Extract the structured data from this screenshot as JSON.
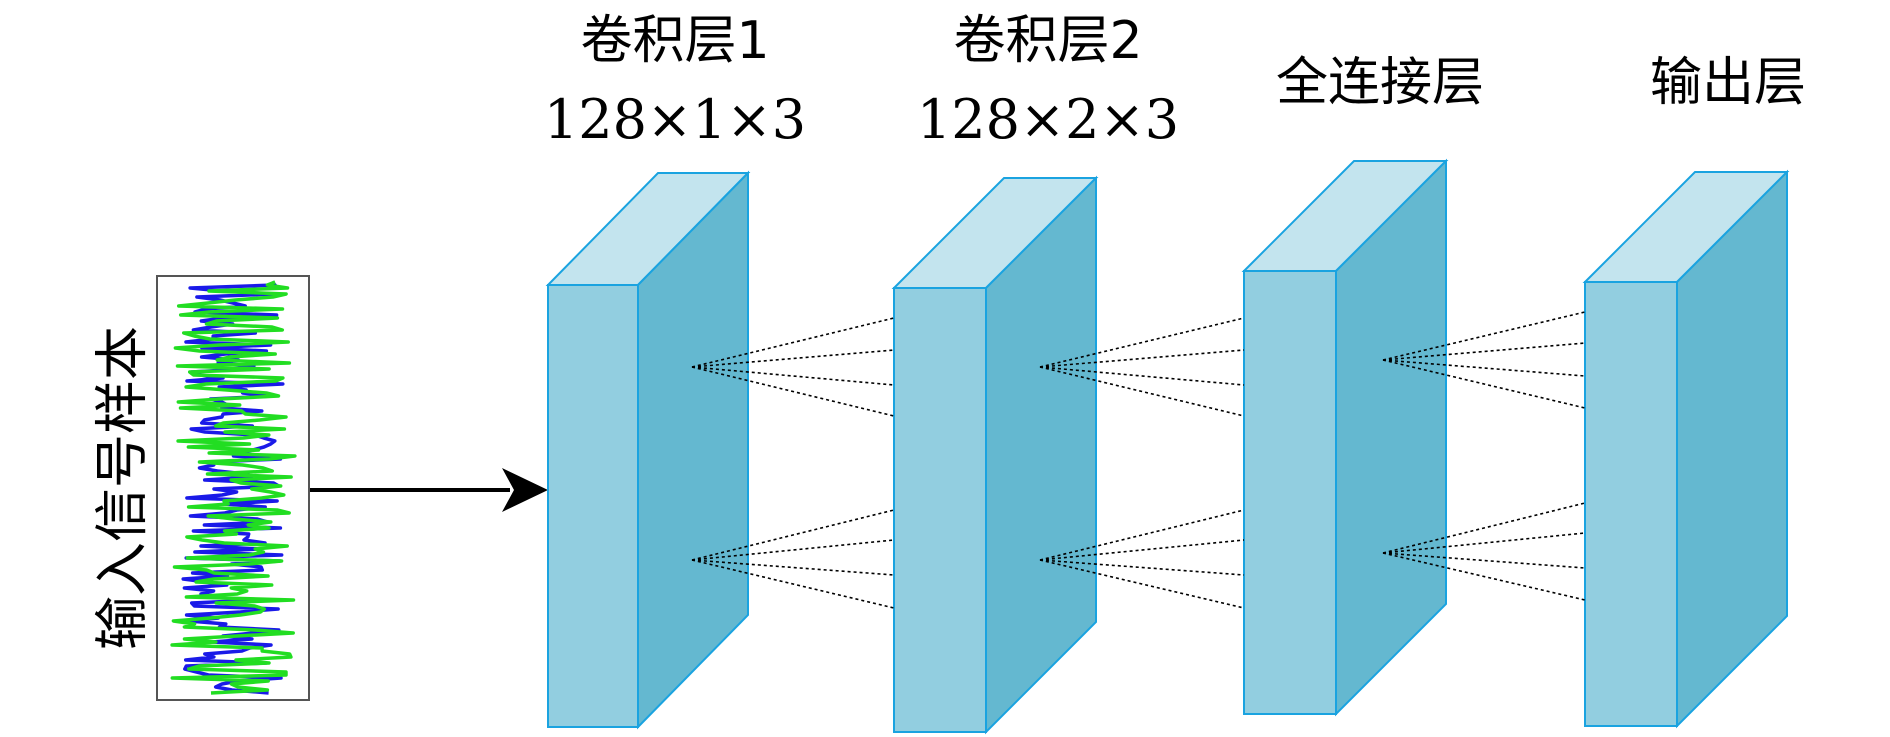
{
  "input": {
    "label": "输入信号样本"
  },
  "layers": [
    {
      "id": "conv1",
      "title": "卷积层1",
      "subtitle": "128×1×3"
    },
    {
      "id": "conv2",
      "title": "卷积层2",
      "subtitle": "128×2×3"
    },
    {
      "id": "fc",
      "title": "全连接层",
      "subtitle": ""
    },
    {
      "id": "out",
      "title": "输出层",
      "subtitle": ""
    }
  ],
  "colors": {
    "front": "#92cee0",
    "top": "#c3e4ee",
    "side": "#64b8d0",
    "edge": "#1aa3e0",
    "signal_green": "#22dd22",
    "signal_blue": "#1a1ae8"
  }
}
